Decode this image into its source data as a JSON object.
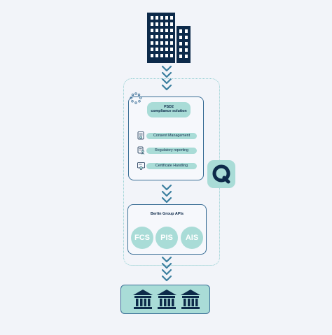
{
  "psd2": {
    "title_line1": "PSD2",
    "title_line2": "compliance solution"
  },
  "features": [
    {
      "label": "Consent Management",
      "icon": "document-check-icon"
    },
    {
      "label": "Regulatory reporting",
      "icon": "report-person-icon"
    },
    {
      "label": "Certificate Handling",
      "icon": "certificate-icon"
    }
  ],
  "berlin": {
    "title": "Berlin Group APIs",
    "apis": [
      "FCS",
      "PIS",
      "AIS"
    ]
  },
  "icons": {
    "company": "office-building-icon",
    "brand": "q-logo-icon",
    "stars": "eu-stars-icon",
    "bank": "bank-icon",
    "flow": "chevron-down-icon"
  },
  "colors": {
    "navy": "#0d2a4a",
    "teal": "#a9dcd7",
    "arrow": "#3b7f9f",
    "border": "#3a6e96",
    "background": "#f2f4f9"
  }
}
